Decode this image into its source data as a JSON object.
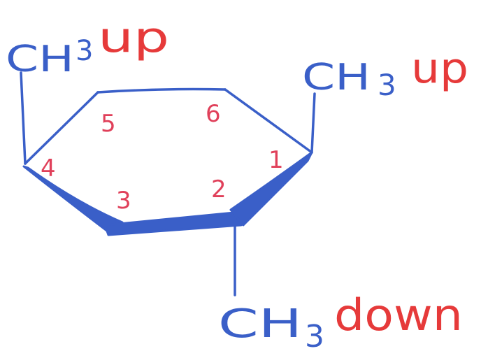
{
  "colors": {
    "ink_blue": "#3a5fc8",
    "ink_red": "#e63a3a",
    "ink_pink": "#e0405a",
    "background": "#ffffff"
  },
  "substituents": {
    "top_left": {
      "group": "CH",
      "subscript": "3",
      "direction": "up"
    },
    "top_right": {
      "group": "CH",
      "subscript": "3",
      "direction": "up"
    },
    "bottom": {
      "group": "CH",
      "subscript": "3",
      "direction": "down"
    }
  },
  "ring_numbers": {
    "c1": "1",
    "c2": "2",
    "c3": "3",
    "c4": "4",
    "c5": "5",
    "c6": "6"
  }
}
